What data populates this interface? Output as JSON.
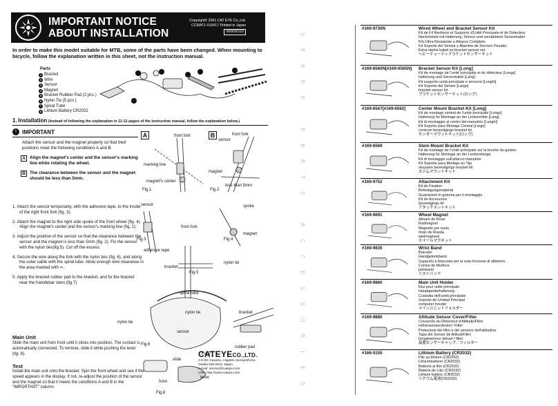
{
  "header": {
    "title_line1": "IMPORTANT NOTICE",
    "title_line2": "ABOUT INSTALLATION",
    "copyright": "Copyright© 2001 CAT EYE Co.,Ltd.",
    "code": "CCMAT1-010417",
    "printed": "Printed in Japan",
    "part_number": "066600110",
    "language": "E"
  },
  "intro": "In order to make this model suitable for MTB, some of the parts have been changed. When mounting to bicycle, follow the explanation written in this sheet, not the instruction manual.",
  "parts": {
    "title": "Parts",
    "items": [
      {
        "num": "1",
        "label": "Bracket"
      },
      {
        "num": "2",
        "label": "Wire"
      },
      {
        "num": "3",
        "label": "Sensor"
      },
      {
        "num": "4",
        "label": "Magnet"
      },
      {
        "num": "5",
        "label": "Bracket Rubber Pad (2 pcs.)"
      },
      {
        "num": "6",
        "label": "Nylon Tie (5 pcs.)"
      },
      {
        "num": "7",
        "label": "Spiral Tube"
      },
      {
        "num": "8",
        "label": "Lithium Battery CR2032"
      }
    ]
  },
  "installation": {
    "number": "1.",
    "title": "Installation",
    "note": "(Instead of following the explanation in 11-12 pages of the instruction manual, follow the explanation below.)"
  },
  "important": {
    "label": "IMPORTANT",
    "text": "Attach the sensor and the magnet properly so that their positions meet the following conditions A and B.",
    "cond_a_letter": "A",
    "cond_a": "Align the magnet's center and the sensor's marking line while rotating the wheel.",
    "cond_b_letter": "B",
    "cond_b": "The clearance between the sensor and the magnet should be less than 5mm."
  },
  "figA": {
    "letter": "A",
    "front_fork": "front fork",
    "marking_line": "marking line",
    "magnet_center": "magnet's center",
    "fig": "Fig.1"
  },
  "figB": {
    "letter": "B",
    "sensor": "sensor",
    "front_fork": "front fork",
    "magnet": "magnet",
    "less": "less than 5mm",
    "fig": "Fig.2"
  },
  "steps": [
    "1. Attach the sensor temporarily, with the adhesive tape, to the inside of the right front fork (fig. 3).",
    "2. Attach the magnet to the right side spoke of the front wheel (fig. 4). Align the magnet's center and the sensor's marking line (fig. 1).",
    "3. Adjust the position of the sensor so that the clearance between the sensor and the magnet is less than 5mm (fig. 2). Fix the sensor with the nylon ties(fig.5). Cut off the excess.",
    "4. Secure the wire along the fork with the nylon ties (fig. 6), and along the outer cable with the spiral tube. Allow enough wire clearance in the area marked with ⇐.",
    "5. Apply the bracket rubber pad to the bracket, and fix the bracket near the handlebar stem.(fig.7)"
  ],
  "figs": {
    "sensor": "sensor",
    "front_fork": "front fork",
    "fig3": "Fig.3",
    "adhesive_tape": "adhesive tape",
    "spoke": "spoke",
    "magnet": "magnet",
    "fig4": "Fig.4",
    "nylon_tie": "nylon tie",
    "fig5": "Fig.5",
    "bracket": "bracket",
    "spiral_tube": "spiral tube",
    "nylon_tie2": "nylon tie",
    "nylon_tie3": "nylon tie",
    "sensor2": "sensor",
    "fig6": "Fig.6",
    "bracket2": "bracket",
    "rubber_pad": "rubber pad",
    "fig7": "Fig.7",
    "slide": "slide",
    "front": "front",
    "lever": "lever",
    "fig8": "Fig.8"
  },
  "main_unit": {
    "title": "Main Unit",
    "text": "Slide the main unit from front until it clicks into position. The contact is automatically connected. To remove, slide it while pushing the lever (fig. 8)."
  },
  "test": {
    "title": "Test",
    "text": "Install the main unit onto the bracket. Spin the front wheel and see if the speed appears in the display. If not, re-adjust the position of the sensor and the magnet so that it meets the conditions A and B in the “IMPORTANT” column."
  },
  "company": {
    "name": "CATEYE",
    "suffix": "CO.,LTD.",
    "address1": "2-8-25, Kuwazu, Higashi Sumiyoshi-ku,",
    "address2": "Osaka 546-0041 Japan",
    "email": "e-mail: service@cateye.com",
    "url": "URL: http://www.cateye.com"
  },
  "spare_letters": [
    "S",
    "P",
    "A",
    "R",
    "E",
    "",
    "P",
    "A",
    "R",
    "T",
    "S",
    "",
    "A",
    "C",
    "C",
    "E",
    "S",
    "S",
    "O",
    "R",
    "I",
    "E",
    "S"
  ],
  "kits": [
    {
      "code": "#169-9730N",
      "title": "Wired Wheel and Bracket Sensor Kit",
      "lines": [
        "Kit de Fil Renforcé et Supports d'Unité Principale et de Détecteur",
        "Nachrüstset mit Halterung, Sensor und verstärktem Sensorkabel",
        "Filo Ultra Resistente e Attacco Completo",
        "Kit Soporte del Sensor y Alambre de Servicio Pesado",
        "Extra sterke kabel en bracket sensor set",
        "ヘビーデューティブラケットセンサーキット"
      ]
    },
    {
      "code": "#169-6560N[#169-6565N]",
      "title": "Bracket Sensor Kit [Long]",
      "lines": [
        "Kit de montage de l'unité principale et du détecteur [Longs]",
        "Halterung und Sensorkabel [Lang]",
        "Kit supporto unità principale e sensore [Lunghi]",
        "Kit Soporte del Sensor [Largo]",
        "bracket sensor kit",
        "ブラケットセンサーキット(ロング)"
      ]
    },
    {
      "code": "#169-6567[#169-6562]",
      "title": "Center Mount Bracket Kit [Long]",
      "lines": [
        "Kit de montage central de l'unité principale [Longs]",
        "Halterung für Montage an der Lenkermitte [Lang]",
        "Kit di montaggio al centro del manubrio [Lunghi]",
        "Kit Soporte para Montaje Central [Largo]",
        "centrum bevestigings bracket kit",
        "センターマウントキット[ロング]"
      ]
    },
    {
      "code": "#169-6569",
      "title": "Stem Mount Bracket Kit",
      "lines": [
        "Kit de montage de l'unité principale sur la broche du guidon",
        "Halterung für Montage an der Lenkerstange",
        "Kit di montaggio sull'attacco manubrio",
        "Kit Soporte para Montaje en Tija",
        "stuurpen bevestigings bracket kit",
        "ステムマウントキット"
      ]
    },
    {
      "code": "#169-9752",
      "title": "Attachment Kit",
      "lines": [
        "Kit de Fixation",
        "Befestigungsmaterial",
        "Guarnizioni in gomma per il montaggio",
        "Kit de Accesorios",
        "bevestigings kit",
        "アタッチメントキット"
      ]
    },
    {
      "code": "#169-9691",
      "title": "Wheel Magnet",
      "lines": [
        "Aimant de Roue",
        "Radmagnet",
        "Magnete per ruota",
        "Imán de Rueda",
        "wielmagneet",
        "ホイールマグネット"
      ]
    },
    {
      "code": "#169-9835",
      "title": "Wrist Band",
      "lines": [
        "Bracelet",
        "Handgelenkband",
        "Supporto a bracciale per la sola funzione di altimetro",
        "Correa de Muñeca",
        "polsband",
        "リストバンド"
      ]
    },
    {
      "code": "#169-9860",
      "title": "Main Unit Holder",
      "lines": [
        "Etui pour unité principale",
        "Hauptgerätehalterung",
        "Custodia dell'unità principale",
        "Soporte de Unidad Principal",
        "computer houder",
        "メインユニットフォルダー"
      ]
    },
    {
      "code": "#169-9880",
      "title": "Altitude Sensor Cover/Filter",
      "lines": [
        "Couvercle du Détecteur d'Altitude/Filtre",
        "Höhensensordeckel / Filter",
        "Protezione del filtro e del sensore dell'altitudine",
        "Tapa del Sensor de Altitud/Filtro",
        "hoogtesensor deksel / filter",
        "高度センサーキャップ／フィルター"
      ]
    },
    {
      "code": "#166-5155",
      "title": "Lithium Battery (CR2032)",
      "lines": [
        "Pile au lithium (CR2032)",
        "Lithiumbatterie (CR2032)",
        "Batteria al litio (CR2032)",
        "Batería de Litio (CR2032)",
        "Lithium battery (CR2032)",
        "リチウム電池(CR2032)"
      ]
    }
  ]
}
